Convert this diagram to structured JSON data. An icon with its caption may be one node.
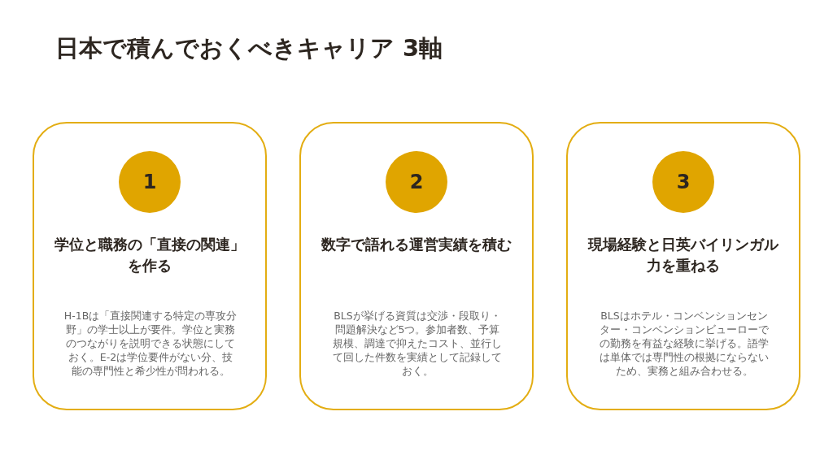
{
  "diagram": {
    "title": "日本で積んでおくべきキャリア 3軸",
    "nodes": [
      {
        "text": [
          "学位と職務の「直接の関連」を作る",
          "H-1Bは「直接関連する特定の専攻分野」の学士以上が要件。学位と実務のつながりを説明できる状態にしておく。E-2は学位要件がない分、技能の専門性と希少性が問われる。"
        ]
      },
      {
        "text": [
          "1"
        ],
        "in": 0
      },
      {
        "text": [
          "数字で語れる運営実績を積む",
          "BLSが挙げる資質は交渉・段取り・問題解決など5つ。参加者数、予算規模、調達で抑えたコスト、並行して回した件数を実績として記録しておく。"
        ]
      },
      {
        "text": [
          "2"
        ],
        "in": 2
      },
      {
        "text": [
          "現場経験と日英バイリンガル力を重ねる",
          "BLSはホテル・コンベンションセンター・コンベンションビューローでの勤務を有益な経験に挙げる。語学は単体では専門性の根拠にならないため、実務と組み合わせる。"
        ]
      },
      {
        "text": [
          "3"
        ],
        "in": 4
      }
    ]
  }
}
